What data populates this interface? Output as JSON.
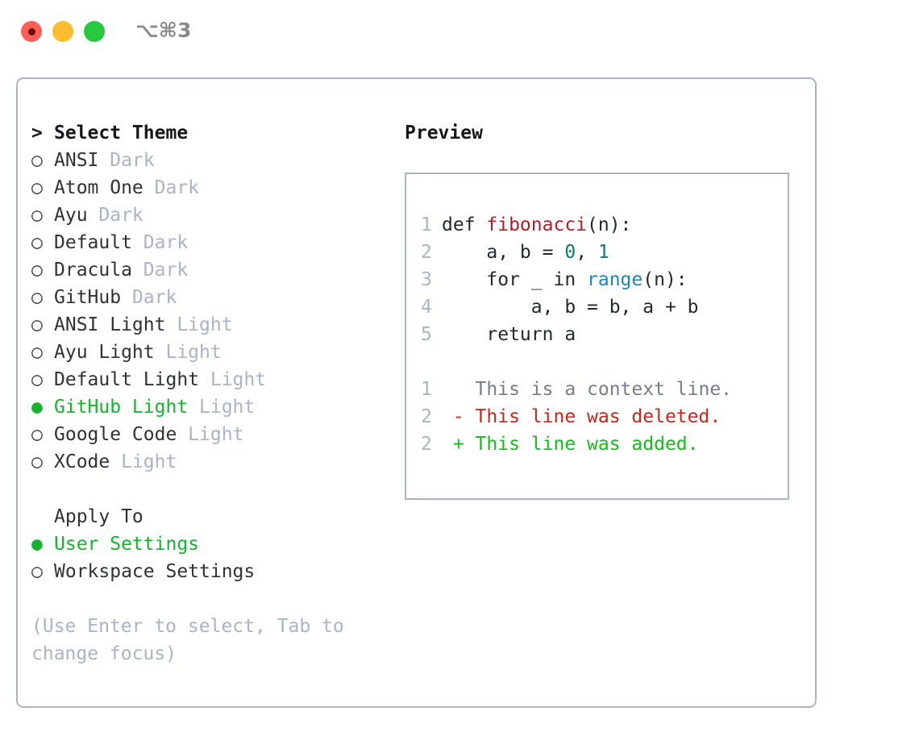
{
  "titlebar": {
    "shortcut": "⌥⌘3",
    "lights": [
      {
        "name": "close",
        "color": "#fc5f57"
      },
      {
        "name": "minimize",
        "color": "#febc2e"
      },
      {
        "name": "maximize",
        "color": "#27c93f"
      }
    ]
  },
  "theme_list": {
    "header": "Select Theme",
    "caret": ">",
    "bullet_unselected": "○",
    "bullet_selected": "●",
    "items": [
      {
        "name": "ANSI",
        "variant": "Dark",
        "selected": false
      },
      {
        "name": "Atom One",
        "variant": "Dark",
        "selected": false
      },
      {
        "name": "Ayu",
        "variant": "Dark",
        "selected": false
      },
      {
        "name": "Default",
        "variant": "Dark",
        "selected": false
      },
      {
        "name": "Dracula",
        "variant": "Dark",
        "selected": false
      },
      {
        "name": "GitHub",
        "variant": "Dark",
        "selected": false
      },
      {
        "name": "ANSI Light",
        "variant": "Light",
        "selected": false
      },
      {
        "name": "Ayu Light",
        "variant": "Light",
        "selected": false
      },
      {
        "name": "Default Light",
        "variant": "Light",
        "selected": false
      },
      {
        "name": "GitHub Light",
        "variant": "Light",
        "selected": true
      },
      {
        "name": "Google Code",
        "variant": "Light",
        "selected": false
      },
      {
        "name": "XCode",
        "variant": "Light",
        "selected": false
      }
    ]
  },
  "apply_to": {
    "header": "Apply To",
    "options": [
      {
        "name": "User Settings",
        "selected": true
      },
      {
        "name": "Workspace Settings",
        "selected": false
      }
    ]
  },
  "hint": "(Use Enter to select, Tab to change focus)",
  "preview": {
    "title": "Preview",
    "code": [
      {
        "ln": "1",
        "tokens": [
          {
            "t": "def ",
            "c": "plain"
          },
          {
            "t": "fibonacci",
            "c": "fn"
          },
          {
            "t": "(n):",
            "c": "plain"
          }
        ]
      },
      {
        "ln": "2",
        "tokens": [
          {
            "t": "    a, b = ",
            "c": "plain"
          },
          {
            "t": "0",
            "c": "num"
          },
          {
            "t": ", ",
            "c": "plain"
          },
          {
            "t": "1",
            "c": "num"
          }
        ]
      },
      {
        "ln": "3",
        "tokens": [
          {
            "t": "    for _ in ",
            "c": "plain"
          },
          {
            "t": "range",
            "c": "call"
          },
          {
            "t": "(n):",
            "c": "plain"
          }
        ]
      },
      {
        "ln": "4",
        "tokens": [
          {
            "t": "        a, b = b, a + b",
            "c": "plain"
          }
        ]
      },
      {
        "ln": "5",
        "tokens": [
          {
            "t": "    return a",
            "c": "plain"
          }
        ]
      }
    ],
    "diff": [
      {
        "ln": "1",
        "marker": " ",
        "text": "This is a context line.",
        "kind": "ctx"
      },
      {
        "ln": "2",
        "marker": "-",
        "text": "This line was deleted.",
        "kind": "del"
      },
      {
        "ln": "2",
        "marker": "+",
        "text": "This line was added.",
        "kind": "add"
      }
    ]
  },
  "colors": {
    "accent_green": "#15b32e",
    "muted": "#aab4c4",
    "text": "#2f3136",
    "fn_red": "#b31d28",
    "num_teal": "#0f7b6c",
    "call_blue": "#1a85c4",
    "diff_del": "#c7271c",
    "diff_add": "#18bb1f"
  }
}
